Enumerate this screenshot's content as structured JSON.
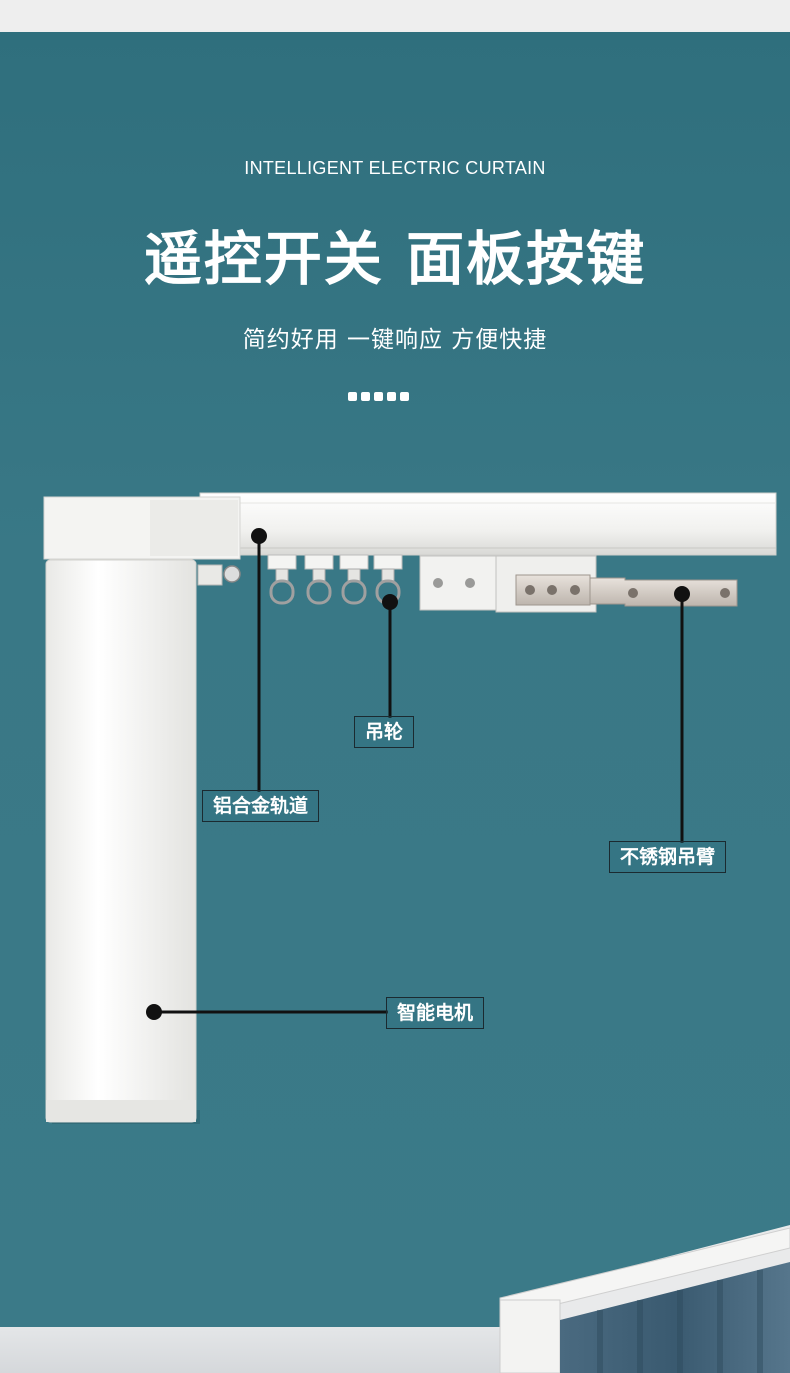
{
  "hero": {
    "subtitle_en": "INTELLIGENT ELECTRIC CURTAIN",
    "headline": "遥控开关 面板按键",
    "tagline": "简约好用 一键响应 方便快捷"
  },
  "callouts": {
    "hanger_wheel": "吊轮",
    "aluminum_track": "铝合金轨道",
    "steel_arm": "不锈钢吊臂",
    "smart_motor": "智能电机"
  },
  "colors": {
    "background": "#3b7a88",
    "text": "#ffffff",
    "device": "#f2f2f0",
    "label_border": "#1b2a30"
  }
}
